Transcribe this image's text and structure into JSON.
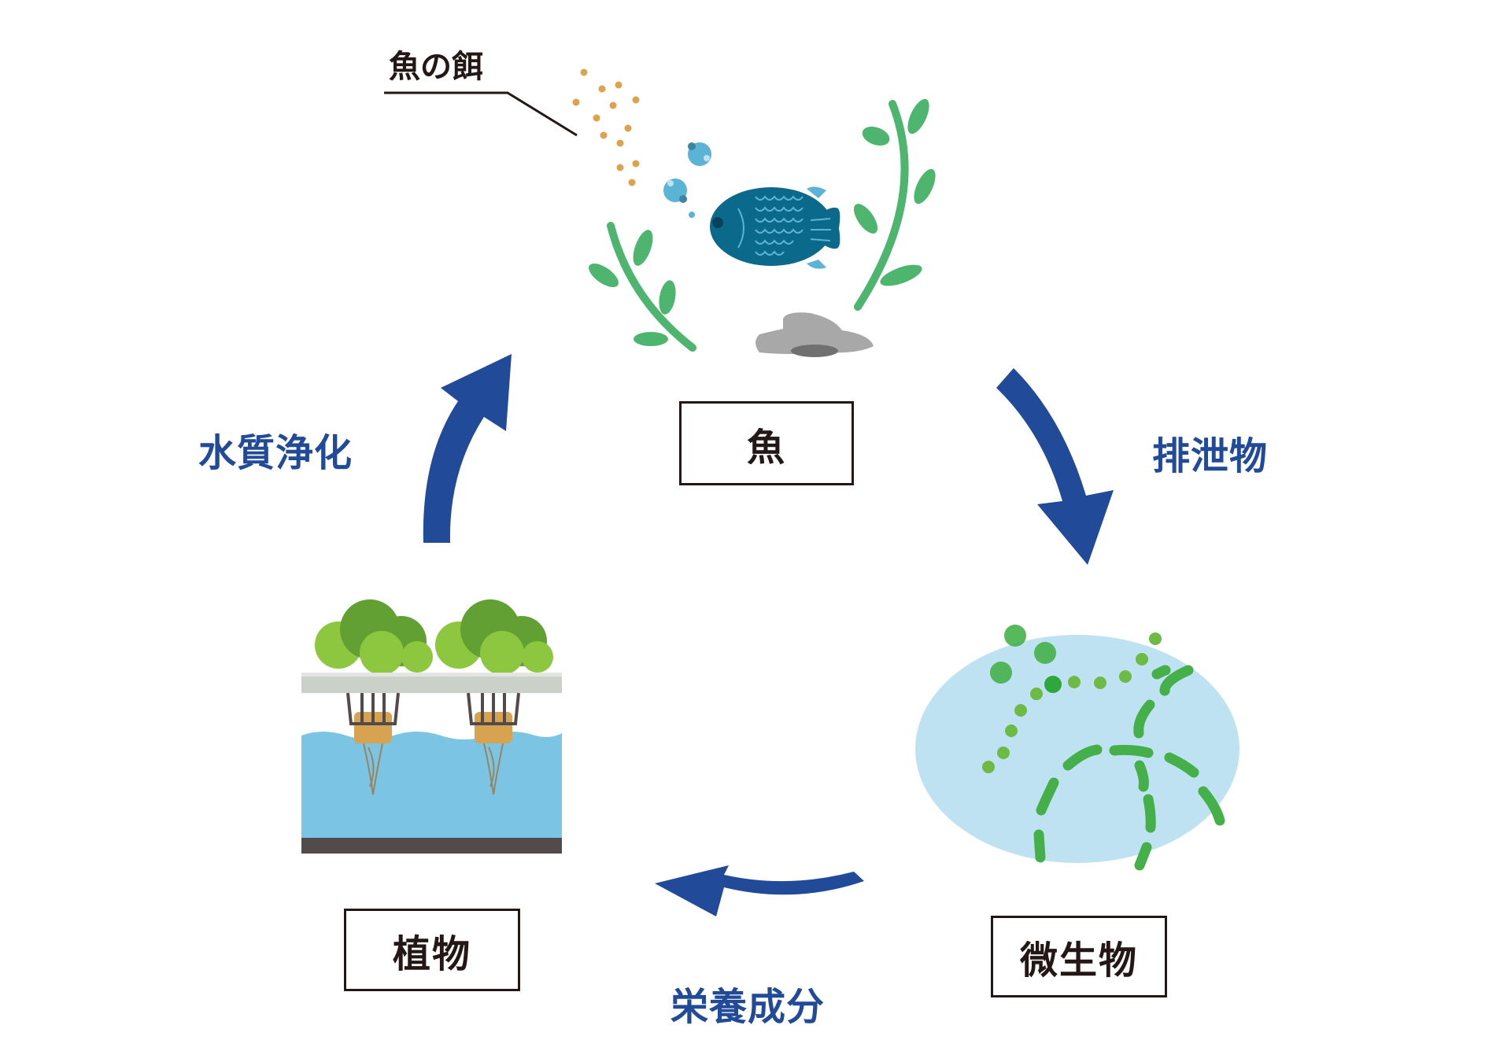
{
  "diagram": {
    "title": "Aquaponics cycle",
    "nodes": {
      "fish": {
        "label": "魚"
      },
      "microbes": {
        "label": "微生物"
      },
      "plants": {
        "label": "植物"
      }
    },
    "flows": {
      "fish_to_microbes": {
        "label": "排泄物"
      },
      "microbes_to_plants": {
        "label": "栄養成分"
      },
      "plants_to_fish": {
        "label": "水質浄化"
      }
    },
    "annotation": {
      "fish_food": "魚の餌"
    },
    "colors": {
      "arrow": "#214A98",
      "text": "#231815",
      "fish": "#0B6A8B",
      "fish_scale": "#5BB4D6",
      "seaweed": "#4DB56E",
      "food": "#DDA24B",
      "bubble": "#5BB4D6",
      "rock": "#A8A8A8",
      "microbe_bg": "#BFE2F2",
      "microbe": "#45B04A",
      "water": "#7BC4E4",
      "tank_base": "#534A4B",
      "bar": "#CBD1C9",
      "lettuce_dark": "#62A034",
      "lettuce_light": "#8DC63F",
      "pot": "#D8A350"
    }
  }
}
